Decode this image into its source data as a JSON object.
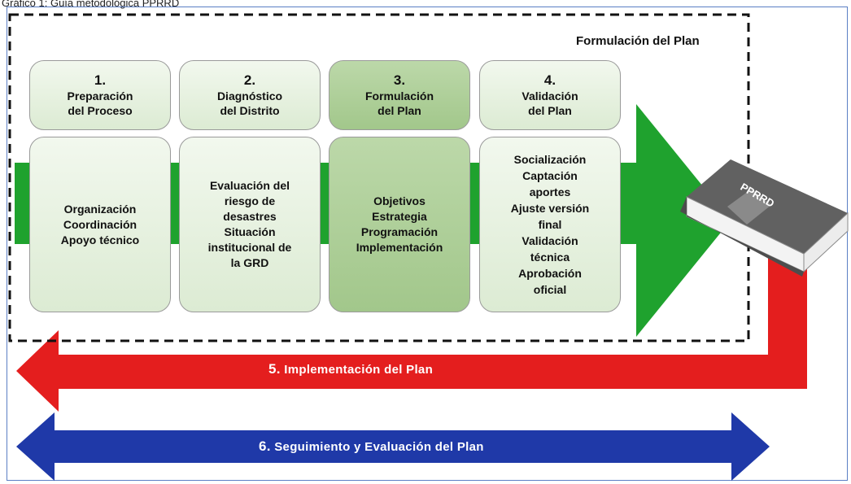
{
  "caption": "Gráfico 1: Guía metodológica PPRRD",
  "container_title": "Formulación del Plan",
  "steps": [
    {
      "number": "1.",
      "title_lines": [
        "Preparación",
        "del Proceso"
      ],
      "body_lines": [
        "Organización",
        "Coordinación",
        "Apoyo técnico"
      ]
    },
    {
      "number": "2.",
      "title_lines": [
        "Diagnóstico",
        "del Distrito"
      ],
      "body_lines": [
        "Evaluación del",
        "riesgo de",
        "desastres",
        "Situación",
        "institucional de",
        "la GRD"
      ]
    },
    {
      "number": "3.",
      "title_lines": [
        "Formulación",
        "del Plan"
      ],
      "body_lines": [
        "Objetivos",
        "Estrategia",
        "Programación",
        "Implementación"
      ]
    },
    {
      "number": "4.",
      "title_lines": [
        "Validación",
        "del Plan"
      ],
      "body_lines": [
        "Socialización",
        "Captación",
        "aportes",
        "Ajuste versión",
        "final",
        "Validación",
        "técnica",
        "Aprobación",
        "oficial"
      ]
    }
  ],
  "book_label": "PPRRD",
  "red_arrow": {
    "number": "5.",
    "text": "Implementación del Plan"
  },
  "blue_arrow": {
    "number": "6.",
    "text": "Seguimiento y Evaluación del Plan"
  },
  "colors": {
    "green": "#1fa22e",
    "red": "#e41e1e",
    "blue": "#1f39a8",
    "light_box": "#e6f0df",
    "dark_box": "#a8cb92",
    "book": "#6a6a6a"
  }
}
